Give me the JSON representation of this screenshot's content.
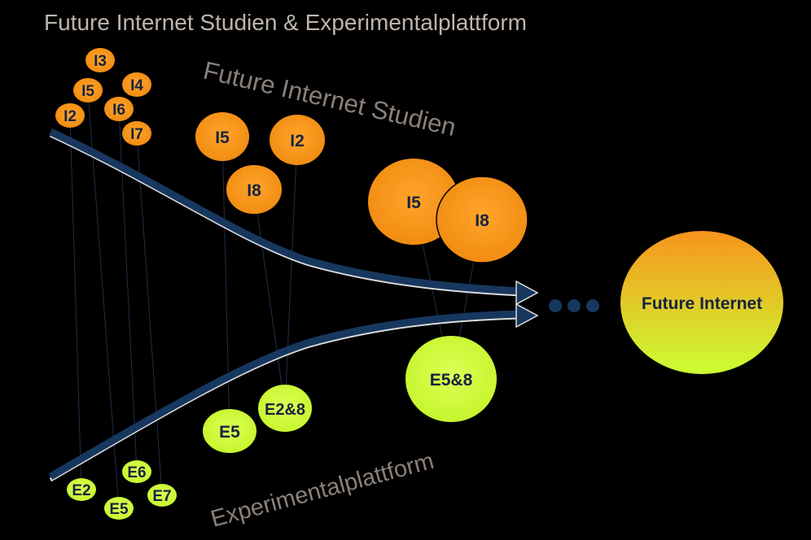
{
  "title": "Future Internet Studien & Experimentalplattform",
  "labels": {
    "studien": "Future Internet Studien",
    "experimental": "Experimentalplattform",
    "goal": "Future Internet"
  },
  "colors": {
    "background": "#000000",
    "orange": "#f7941d",
    "green": "#ccff33",
    "arrow": "#17375e",
    "title": "#bfb5ad"
  },
  "studies": [
    "I3",
    "I5",
    "I4",
    "I2",
    "I6",
    "I7",
    "I5",
    "I2",
    "I8",
    "I5",
    "I8"
  ],
  "experiments": [
    "E6",
    "E2",
    "E7",
    "E5",
    "E5",
    "E2&8",
    "E5&8"
  ]
}
